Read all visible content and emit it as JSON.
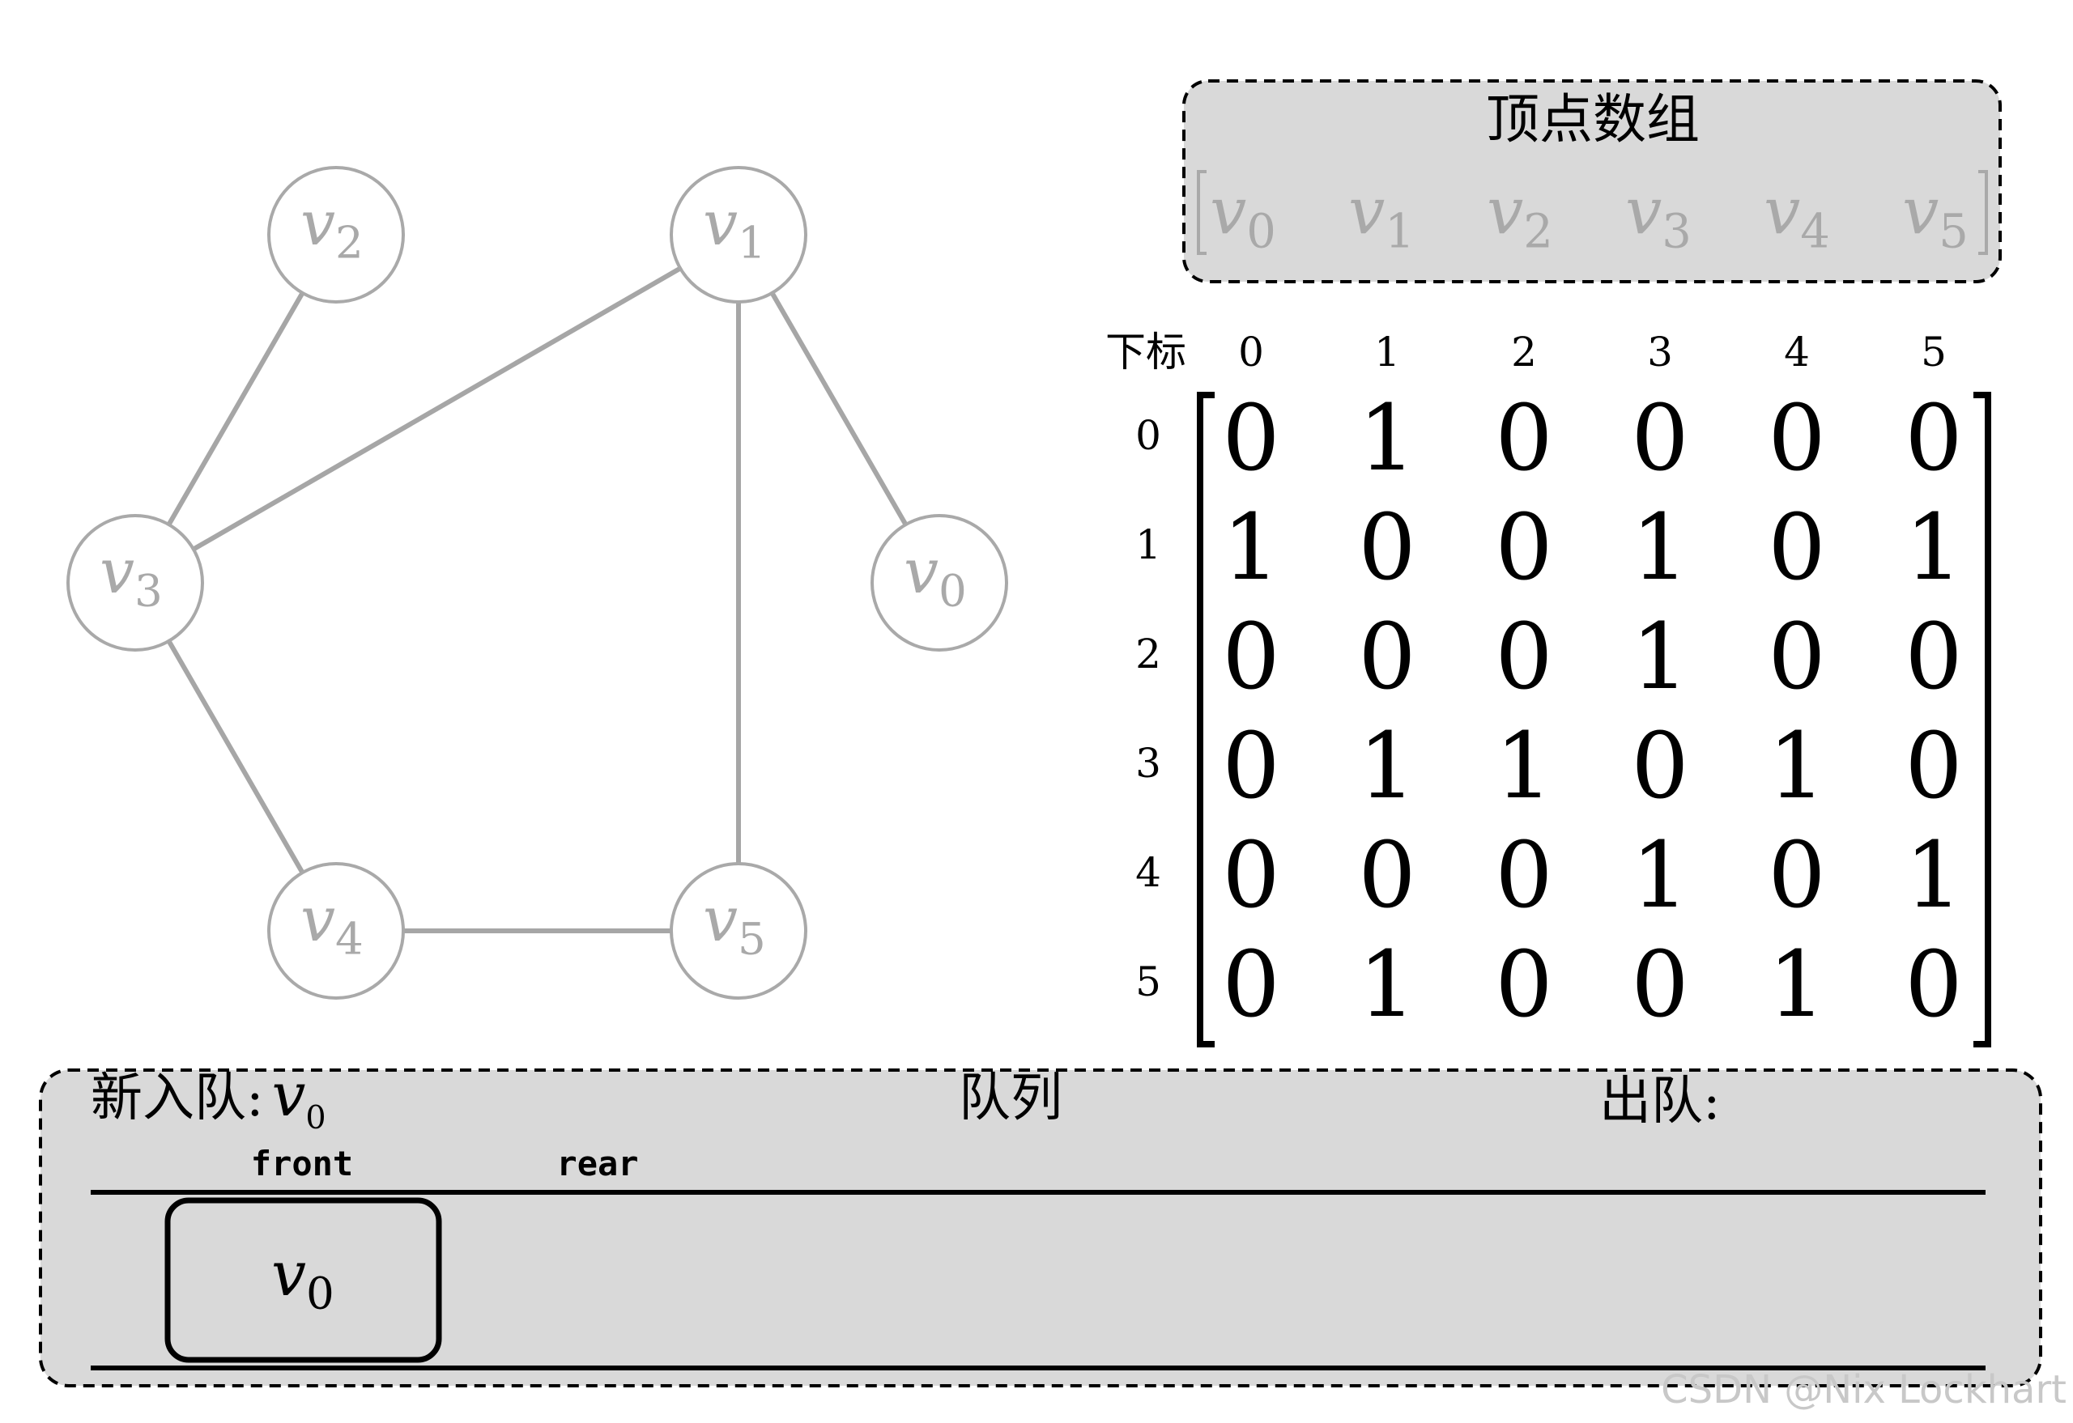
{
  "graph": {
    "nodes": [
      {
        "id": "v0",
        "label": "v",
        "sub": "0"
      },
      {
        "id": "v1",
        "label": "v",
        "sub": "1"
      },
      {
        "id": "v2",
        "label": "v",
        "sub": "2"
      },
      {
        "id": "v3",
        "label": "v",
        "sub": "3"
      },
      {
        "id": "v4",
        "label": "v",
        "sub": "4"
      },
      {
        "id": "v5",
        "label": "v",
        "sub": "5"
      }
    ],
    "edges": [
      [
        "v2",
        "v3"
      ],
      [
        "v1",
        "v3"
      ],
      [
        "v1",
        "v5"
      ],
      [
        "v1",
        "v0"
      ],
      [
        "v3",
        "v4"
      ],
      [
        "v4",
        "v5"
      ]
    ]
  },
  "vertex_array": {
    "title": "顶点数组",
    "items": [
      {
        "label": "v",
        "sub": "0"
      },
      {
        "label": "v",
        "sub": "1"
      },
      {
        "label": "v",
        "sub": "2"
      },
      {
        "label": "v",
        "sub": "3"
      },
      {
        "label": "v",
        "sub": "4"
      },
      {
        "label": "v",
        "sub": "5"
      }
    ]
  },
  "matrix": {
    "index_label": "下标",
    "col_indices": [
      "0",
      "1",
      "2",
      "3",
      "4",
      "5"
    ],
    "row_indices": [
      "0",
      "1",
      "2",
      "3",
      "4",
      "5"
    ],
    "rows": [
      [
        "0",
        "1",
        "0",
        "0",
        "0",
        "0"
      ],
      [
        "1",
        "0",
        "0",
        "1",
        "0",
        "1"
      ],
      [
        "0",
        "0",
        "0",
        "1",
        "0",
        "0"
      ],
      [
        "0",
        "1",
        "1",
        "0",
        "1",
        "0"
      ],
      [
        "0",
        "0",
        "0",
        "1",
        "0",
        "1"
      ],
      [
        "0",
        "1",
        "0",
        "0",
        "1",
        "0"
      ]
    ]
  },
  "queue": {
    "enqueue_label": "新入队:",
    "enqueue_value": {
      "label": "v",
      "sub": "0"
    },
    "title": "队列",
    "dequeue_label": "出队:",
    "front_label": "front",
    "rear_label": "rear",
    "items": [
      {
        "label": "v",
        "sub": "0"
      }
    ]
  },
  "watermark": "CSDN @Nix Lockhart",
  "colors": {
    "node_gray": "#a9a9a9",
    "panel_gray": "#d9d9d9",
    "edge_gray": "#a6a6a6",
    "ink": "#000000"
  }
}
